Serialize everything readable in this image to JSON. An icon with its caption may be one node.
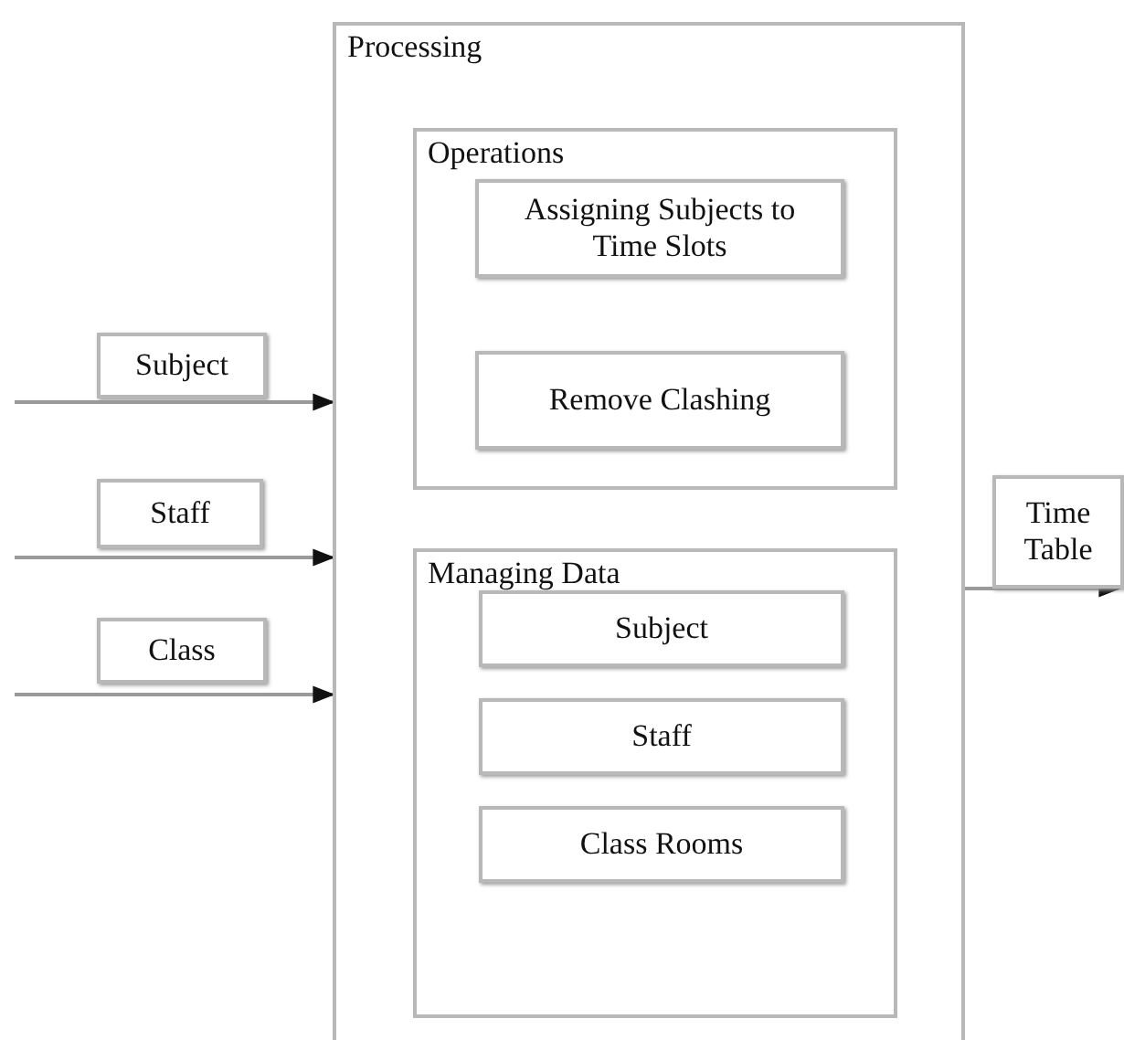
{
  "diagram": {
    "nodes": [
      {
        "text": [
          "Processing"
        ]
      },
      {
        "text": [
          "Operations"
        ],
        "in": 0
      },
      {
        "text": [
          "Assigning Subjects to Time Slots"
        ],
        "in": 1
      },
      {
        "text": [
          "Remove Clashing"
        ],
        "in": 1
      },
      {
        "text": [
          "Managing Data"
        ],
        "in": 0
      },
      {
        "text": [
          "Subject"
        ],
        "in": 4
      },
      {
        "text": [
          "Staff"
        ],
        "in": 4
      },
      {
        "text": [
          "Class Rooms"
        ],
        "in": 4
      },
      {
        "text": [
          "Subject"
        ]
      },
      {
        "text": [
          "Staff"
        ]
      },
      {
        "text": [
          "Class"
        ]
      },
      {
        "text": [
          "Time Table"
        ]
      }
    ],
    "edges": [
      {
        "from": null,
        "to": 0,
        "arrow": "to"
      },
      {
        "from": null,
        "to": 0,
        "arrow": "to"
      },
      {
        "from": null,
        "to": 0,
        "arrow": "to"
      },
      {
        "from": 0,
        "to": 11,
        "arrow": "to"
      }
    ]
  }
}
